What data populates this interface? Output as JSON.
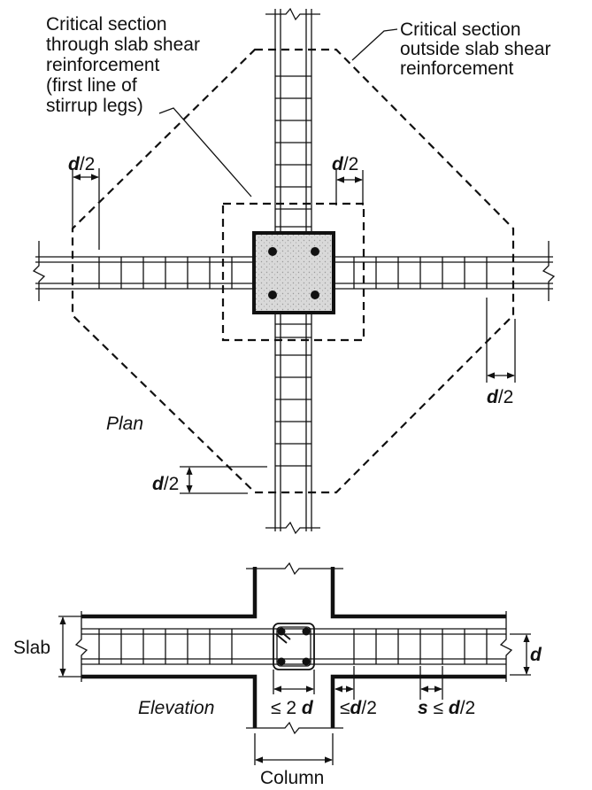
{
  "labels": {
    "critical_inside": [
      "Critical section",
      "through slab shear",
      "reinforcement",
      "(first line of",
      "stirrup legs)"
    ],
    "critical_outside": [
      "Critical section",
      "outside slab shear",
      "reinforcement"
    ],
    "d": "d",
    "half": "/2",
    "plan": "Plan",
    "elevation": "Elevation",
    "slab": "Slab",
    "column": "Column",
    "le": "≤",
    "two": "2",
    "s": "s",
    "space_le": " ≤ "
  }
}
